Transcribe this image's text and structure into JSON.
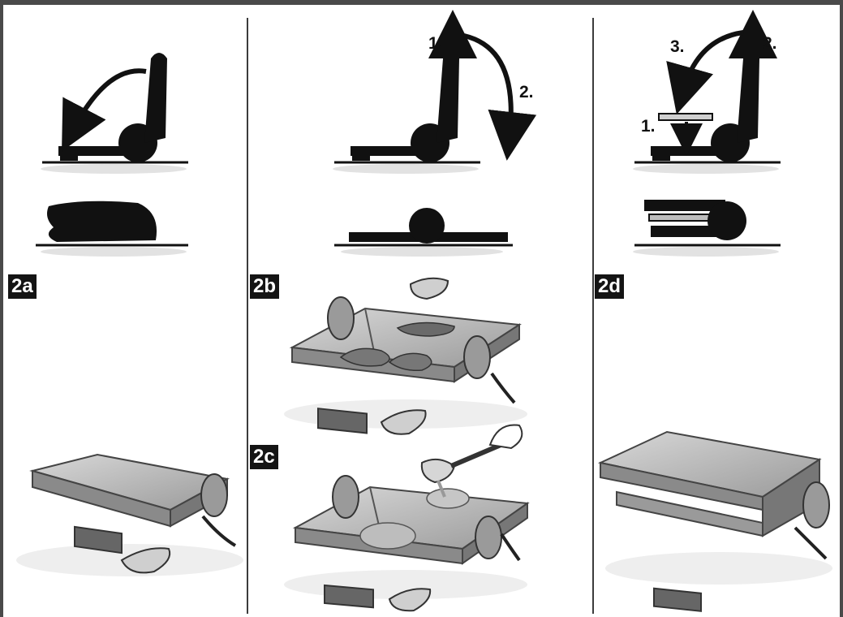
{
  "panels": [
    {
      "label": "2a"
    },
    {
      "label": "2b"
    },
    {
      "label": "2c"
    },
    {
      "label": "2d"
    }
  ],
  "steps": {
    "panel_b": [
      "1.",
      "2."
    ],
    "panel_d": [
      "3.",
      "2.",
      "1."
    ]
  }
}
